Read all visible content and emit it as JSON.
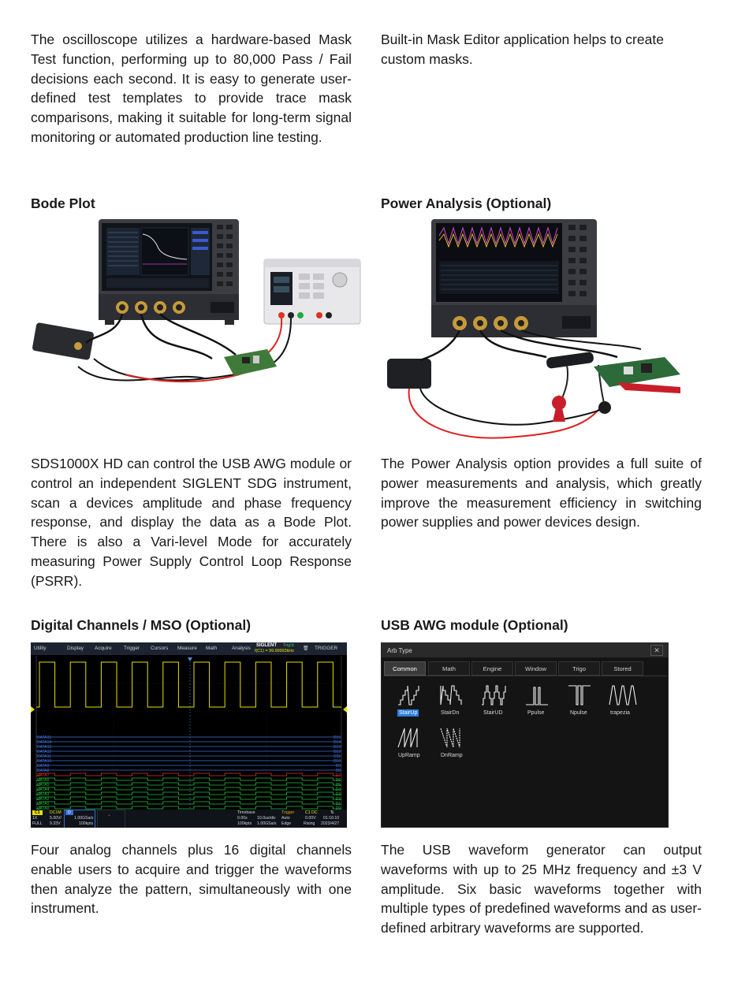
{
  "mask_test": {
    "left_text": "The oscilloscope utilizes a hardware-based Mask Test function, performing up to 80,000 Pass / Fail decisions each second. It is easy to generate user-defined test templates to provide trace mask comparisons, making it suitable for long-term signal monitoring or automated production line testing.",
    "right_text": "Built-in Mask Editor application helps to create custom masks."
  },
  "bode": {
    "heading": "Bode Plot",
    "text": "SDS1000X HD can control the USB AWG module or control an independent SIGLENT SDG instrument, scan a devices amplitude and phase frequency response, and display the data as a Bode Plot. There is also a Vari-level Mode for accurately measuring Power Supply Control Loop Response (PSRR)."
  },
  "power": {
    "heading": "Power Analysis (Optional)",
    "text": "The Power Analysis option provides a full suite of power measurements and analysis, which greatly improve the measurement efficiency in switching power supplies and power devices design."
  },
  "mso": {
    "heading": "Digital Channels / MSO (Optional)",
    "text": "Four analog channels plus 16 digital channels enable users to acquire and trigger the waveforms then analyze the pattern, simultaneously with one instrument.",
    "toolbar": [
      "Utility",
      "Display",
      "Acquire",
      "Trigger",
      "Cursors",
      "Measure",
      "Math",
      "Analysis"
    ],
    "brand": "SIGLENT",
    "trig_state": "Trig'd",
    "freq": "f(C1) = 99.99993kHz",
    "trigger_label": "TRIGGER",
    "channels": [
      "DATA15",
      "DATA14",
      "DATA13",
      "DATA12",
      "DATA11",
      "DATA10",
      "DATA9",
      "DATA8",
      "DATA7",
      "DATA6",
      "DATA5",
      "DATA4",
      "DATA3",
      "DATA2",
      "DATA1",
      "DATA0"
    ],
    "status": {
      "c1": "C1",
      "coupling": "DC1M",
      "probe": "1X",
      "scale": "5.00V/",
      "bw": "FULL",
      "offset": "9.33V",
      "d": "D",
      "srate": "1.00GSa/s",
      "pts": "100kpts",
      "timebase_label": "Timebase",
      "delay": "0.00s",
      "tdiv": "10.0us/div",
      "tpts": "100kpts",
      "tsr": "1.00GSa/s",
      "trigger_label": "Trigger",
      "tsrc": "C1 DC",
      "mode": "Auto",
      "level": "0.00V",
      "type": "Edge",
      "slope": "Rising",
      "time": "01:16:10",
      "date": "2023/4/27"
    }
  },
  "awg": {
    "heading": "USB AWG module (Optional)",
    "text": "The USB waveform generator can output waveforms with up to 25 MHz frequency and ±3 V amplitude. Six basic waveforms together with multiple types of predefined waveforms and as user-defined arbitrary waveforms are supported.",
    "dialog_title": "Arb Type",
    "tabs": [
      "Common",
      "Math",
      "Engine",
      "Window",
      "Trigo",
      "Stored"
    ],
    "waves": [
      "StairUp",
      "StairDn",
      "StairUD",
      "Ppulse",
      "Npulse",
      "trapezia",
      "UpRamp",
      "DnRamp"
    ]
  },
  "colors": {
    "ch1": "#e8e000",
    "digital_blue": "#3a6fd8",
    "digital_red": "#e03030",
    "digital_green": "#20c040",
    "awg_bg": "#141414",
    "awg_tab_active": "#3a3a3a",
    "awg_selected": "#2a7de1"
  }
}
